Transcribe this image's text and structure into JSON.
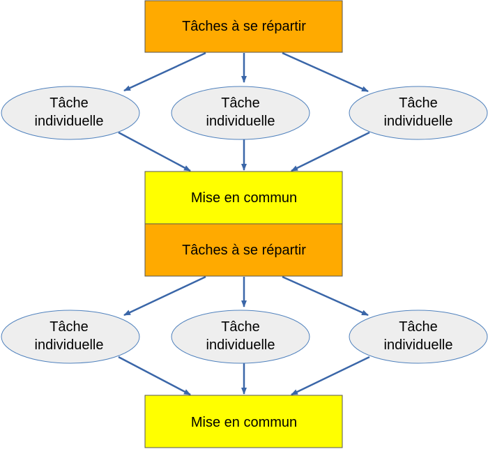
{
  "diagram": {
    "colors": {
      "task_box": "#FFAA00",
      "merge_box": "#FFFF00",
      "ellipse_fill": "#EEEEEE",
      "ellipse_stroke": "#4F81BD",
      "arrow": "#3A66A8",
      "box_stroke": "#555555"
    },
    "stages": [
      {
        "split_label": "Tâches à se répartir",
        "tasks": [
          {
            "line1": "Tâche",
            "line2": "individuelle"
          },
          {
            "line1": "Tâche",
            "line2": "individuelle"
          },
          {
            "line1": "Tâche",
            "line2": "individuelle"
          }
        ],
        "merge_label": "Mise en commun"
      },
      {
        "split_label": "Tâches à se répartir",
        "tasks": [
          {
            "line1": "Tâche",
            "line2": "individuelle"
          },
          {
            "line1": "Tâche",
            "line2": "individuelle"
          },
          {
            "line1": "Tâche",
            "line2": "individuelle"
          }
        ],
        "merge_label": "Mise en commun"
      }
    ]
  }
}
